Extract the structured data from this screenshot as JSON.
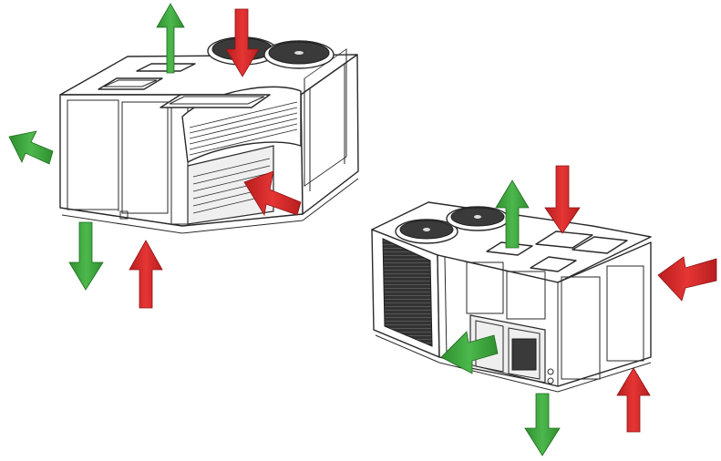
{
  "diagram": {
    "units": [
      {
        "id": "unit-left",
        "supply_arrows": [
          "top",
          "left",
          "bottom"
        ],
        "return_arrows": [
          "top",
          "front-grille",
          "bottom"
        ]
      },
      {
        "id": "unit-right",
        "supply_arrows": [
          "top",
          "front-opening",
          "bottom"
        ],
        "return_arrows": [
          "top",
          "right-side",
          "bottom"
        ]
      }
    ],
    "colors": {
      "supply": "#3a9e3a",
      "return": "#d42a2a",
      "outline": "#2a2a2a",
      "background": "#ffffff"
    }
  }
}
